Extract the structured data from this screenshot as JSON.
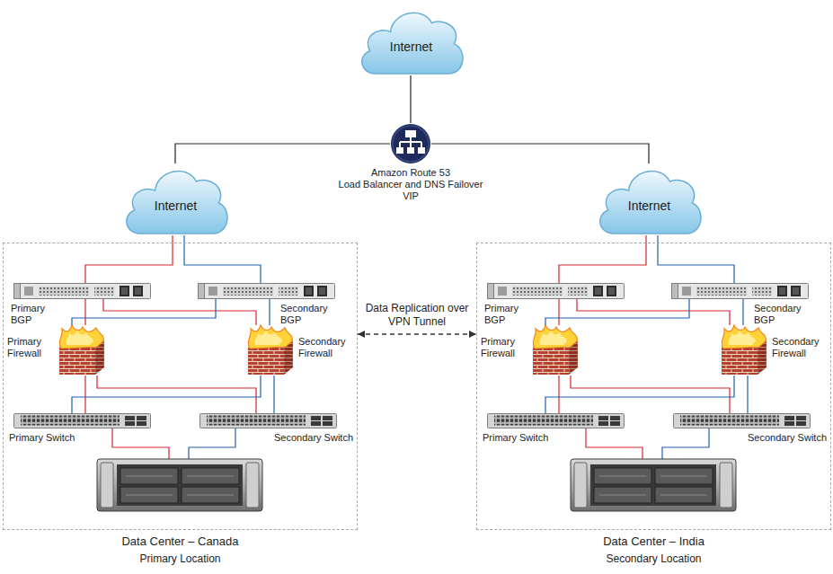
{
  "diagram": {
    "nodes": [
      {
        "text": [
          "Internet"
        ]
      },
      {
        "text": [
          "Amazon Route 53",
          "Load Balancer and DNS Failover VIP"
        ]
      },
      {
        "text": [
          "Internet"
        ]
      },
      {
        "text": [
          "Internet"
        ]
      },
      {
        "text": [
          "Data Center – Canada",
          "Primary Location"
        ]
      },
      {
        "text": [
          "Primary BGP"
        ],
        "in": 4
      },
      {
        "text": [
          "Secondary BGP"
        ],
        "in": 4
      },
      {
        "text": [
          "Primary Firewall"
        ],
        "in": 4
      },
      {
        "text": [
          "Secondary Firewall"
        ],
        "in": 4
      },
      {
        "text": [
          "Primary Switch"
        ],
        "in": 4
      },
      {
        "text": [
          "Secondary Switch"
        ],
        "in": 4
      },
      {
        "text": [
          "Data Center – India",
          "Secondary Location"
        ]
      },
      {
        "text": [
          "Primary BGP"
        ],
        "in": 11
      },
      {
        "text": [
          "Secondary BGP"
        ],
        "in": 11
      },
      {
        "text": [
          "Primary Firewall"
        ],
        "in": 11
      },
      {
        "text": [
          "Secondary Firewall"
        ],
        "in": 11
      },
      {
        "text": [
          "Primary Switch"
        ],
        "in": 11
      },
      {
        "text": [
          "Secondary Switch"
        ],
        "in": 11
      }
    ],
    "edges": [
      {
        "from": 0,
        "to": 1,
        "arrow": "none"
      },
      {
        "from": 1,
        "to": 2,
        "arrow": "none"
      },
      {
        "from": 1,
        "to": 3,
        "arrow": "none"
      },
      {
        "from": 2,
        "to": 5,
        "arrow": "none"
      },
      {
        "from": 2,
        "to": 6,
        "arrow": "none"
      },
      {
        "from": 5,
        "to": 7,
        "arrow": "none"
      },
      {
        "from": 5,
        "to": 8,
        "arrow": "none"
      },
      {
        "from": 6,
        "to": 7,
        "arrow": "none"
      },
      {
        "from": 6,
        "to": 8,
        "arrow": "none"
      },
      {
        "from": 7,
        "to": 9,
        "arrow": "none"
      },
      {
        "from": 7,
        "to": 10,
        "arrow": "none"
      },
      {
        "from": 8,
        "to": 9,
        "arrow": "none"
      },
      {
        "from": 8,
        "to": 10,
        "arrow": "none"
      },
      {
        "from": 3,
        "to": 12,
        "arrow": "none"
      },
      {
        "from": 3,
        "to": 13,
        "arrow": "none"
      },
      {
        "from": 12,
        "to": 14,
        "arrow": "none"
      },
      {
        "from": 12,
        "to": 15,
        "arrow": "none"
      },
      {
        "from": 13,
        "to": 14,
        "arrow": "none"
      },
      {
        "from": 13,
        "to": 15,
        "arrow": "none"
      },
      {
        "from": 14,
        "to": 16,
        "arrow": "none"
      },
      {
        "from": 14,
        "to": 17,
        "arrow": "none"
      },
      {
        "from": 15,
        "to": 16,
        "arrow": "none"
      },
      {
        "from": 15,
        "to": 17,
        "arrow": "none"
      },
      {
        "from": 4,
        "to": 11,
        "label": "Data Replication over VPN Tunnel",
        "arrow": "both"
      }
    ]
  }
}
